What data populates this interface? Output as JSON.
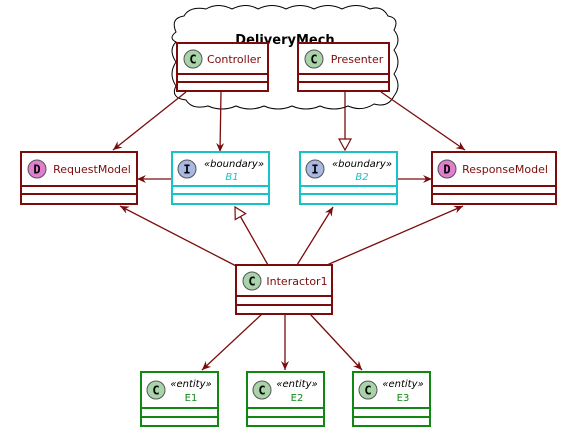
{
  "colors": {
    "dark_red": "#7b0c0c",
    "cyan": "#17c3c9",
    "green": "#118811",
    "badge_c": "#a9d3a9",
    "badge_d": "#e07fcd",
    "badge_i": "#a9b8e0"
  },
  "package": {
    "title": "DeliveryMech"
  },
  "classes": {
    "controller": {
      "badge": "C",
      "name": "Controller"
    },
    "presenter": {
      "badge": "C",
      "name": "Presenter"
    },
    "request_model": {
      "badge": "D",
      "name": "RequestModel"
    },
    "response_model": {
      "badge": "D",
      "name": "ResponseModel"
    },
    "b1": {
      "badge": "I",
      "stereotype": "«boundary»",
      "name": "B1"
    },
    "b2": {
      "badge": "I",
      "stereotype": "«boundary»",
      "name": "B2"
    },
    "interactor": {
      "badge": "C",
      "name": "Interactor1"
    },
    "e1": {
      "badge": "C",
      "stereotype": "«entity»",
      "name": "E1"
    },
    "e2": {
      "badge": "C",
      "stereotype": "«entity»",
      "name": "E2"
    },
    "e3": {
      "badge": "C",
      "stereotype": "«entity»",
      "name": "E3"
    }
  },
  "relations": [
    {
      "from": "controller",
      "to": "request_model",
      "kind": "dependency"
    },
    {
      "from": "controller",
      "to": "b1",
      "kind": "dependency"
    },
    {
      "from": "presenter",
      "to": "b2",
      "kind": "realization"
    },
    {
      "from": "presenter",
      "to": "response_model",
      "kind": "dependency"
    },
    {
      "from": "b1",
      "to": "request_model",
      "kind": "dependency"
    },
    {
      "from": "b2",
      "to": "response_model",
      "kind": "dependency"
    },
    {
      "from": "interactor",
      "to": "request_model",
      "kind": "dependency"
    },
    {
      "from": "interactor",
      "to": "b1",
      "kind": "realization"
    },
    {
      "from": "interactor",
      "to": "b2",
      "kind": "dependency"
    },
    {
      "from": "interactor",
      "to": "response_model",
      "kind": "dependency"
    },
    {
      "from": "interactor",
      "to": "e1",
      "kind": "dependency"
    },
    {
      "from": "interactor",
      "to": "e2",
      "kind": "dependency"
    },
    {
      "from": "interactor",
      "to": "e3",
      "kind": "dependency"
    }
  ]
}
